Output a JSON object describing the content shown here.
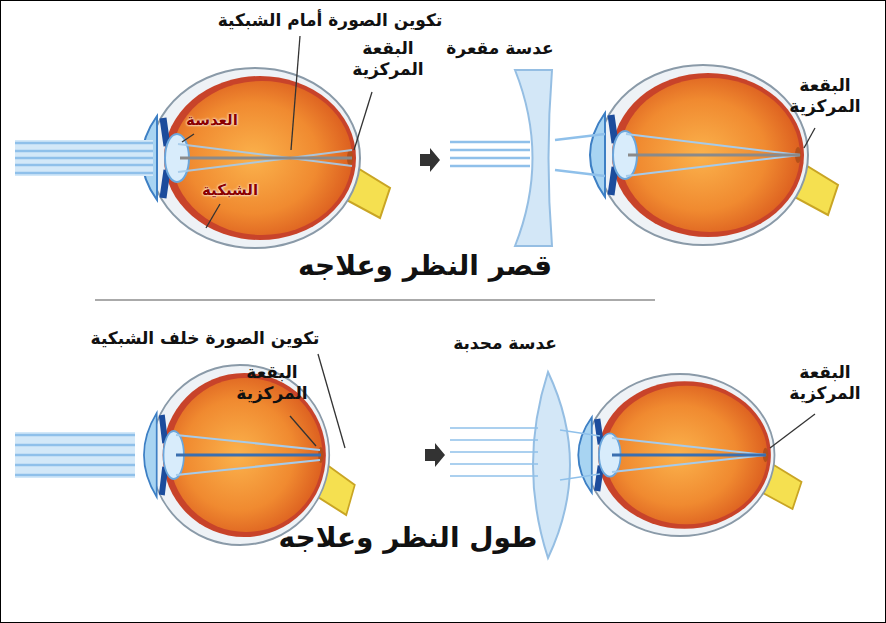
{
  "diagram": {
    "labels": [
      "تكوين الصورة أمام الشبكية",
      "البقعة المركزية",
      "العدسة",
      "الشبكية",
      "عدسة مقعرة",
      "البقعة المركزية",
      "قصر النظر وعلاجه",
      "تكوين الصورة خلف الشبكية",
      "البقعة المركزية",
      "عدسة محدبة",
      "البقعة المركزية",
      "طول النظر وعلاجه"
    ]
  }
}
